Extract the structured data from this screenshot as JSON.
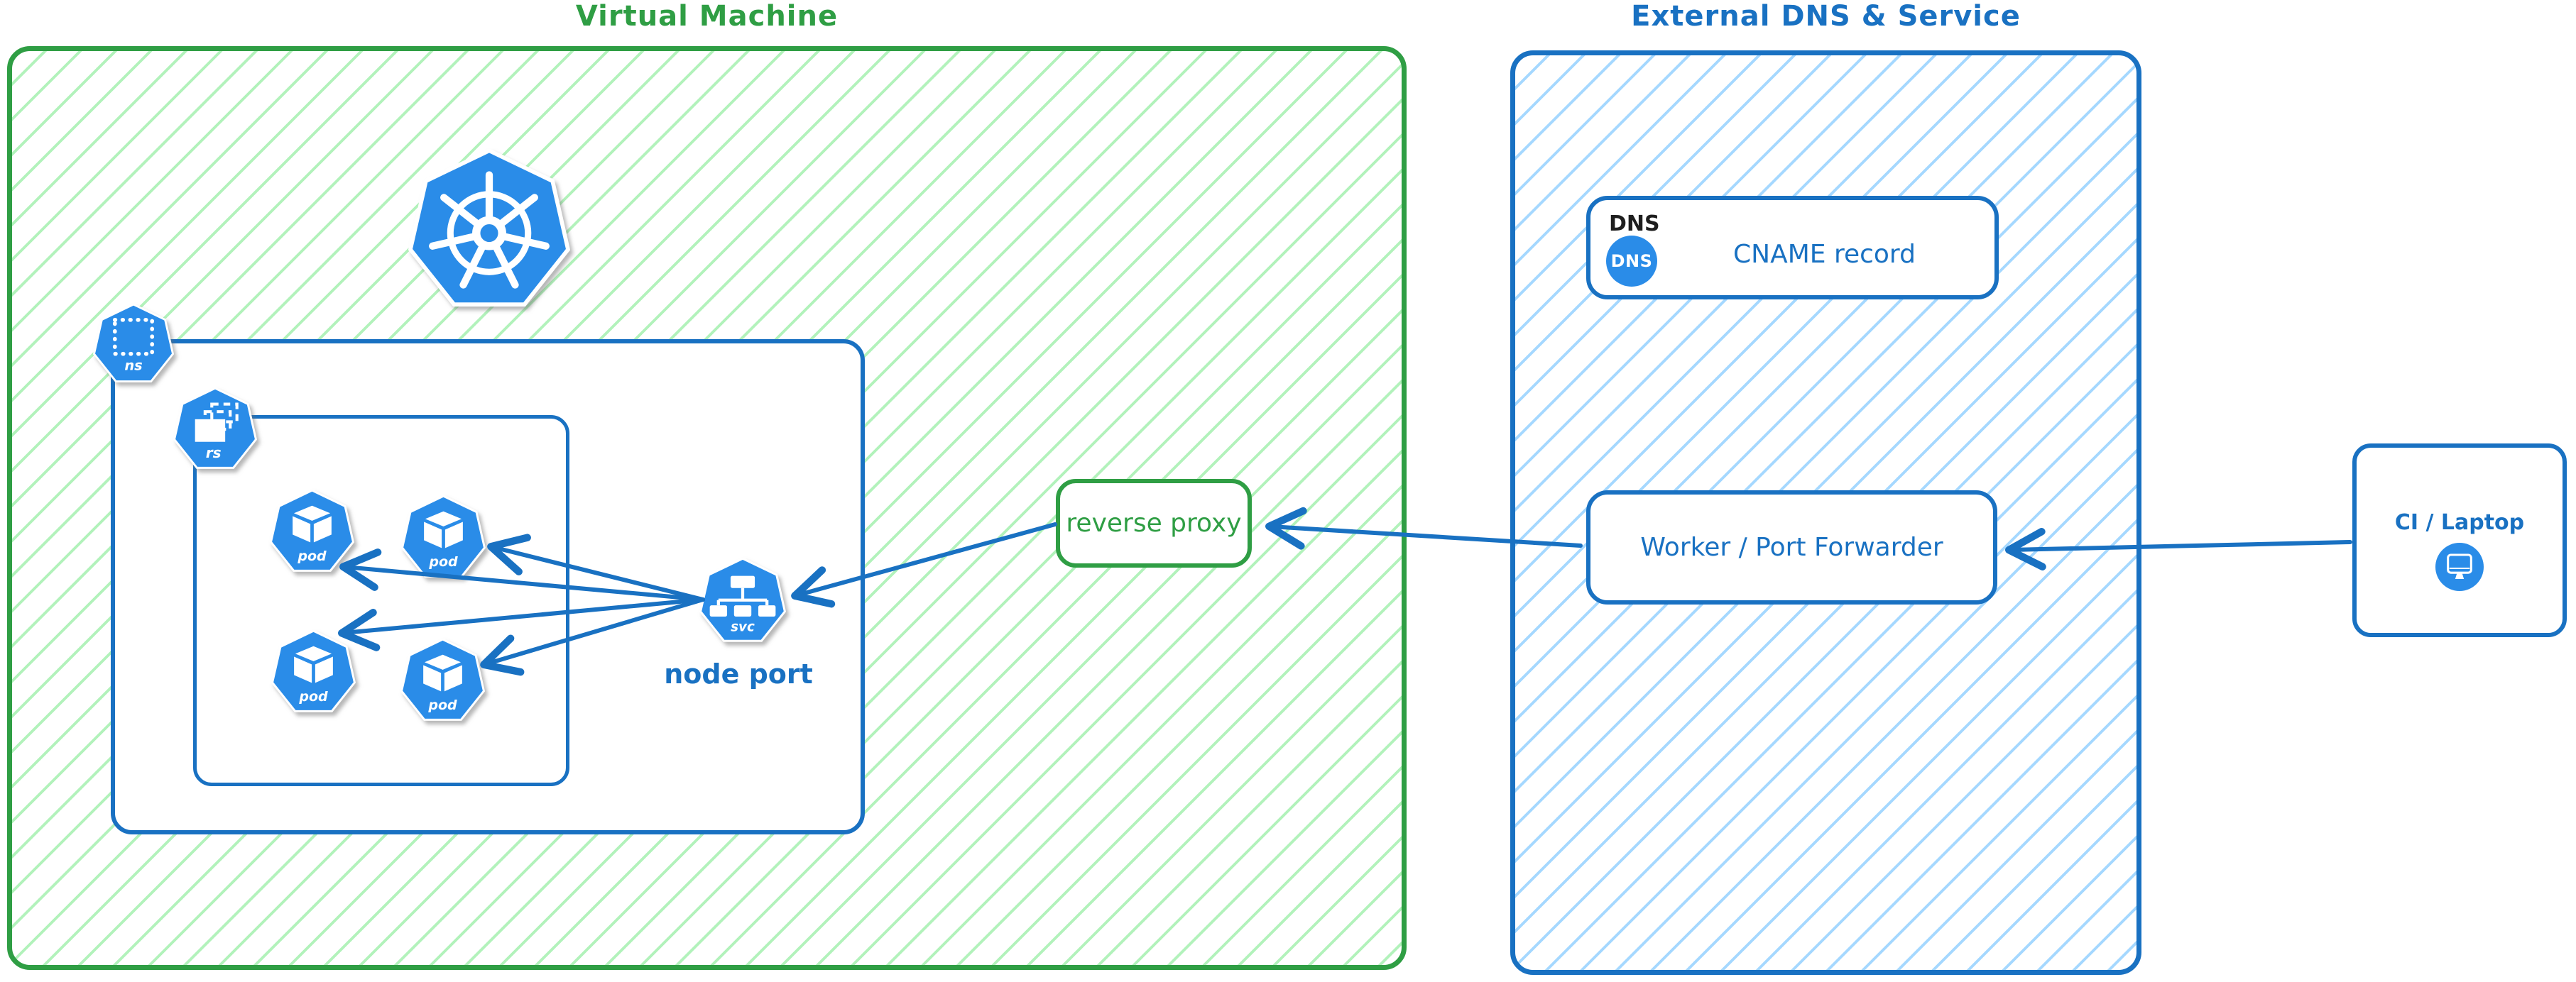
{
  "groups": {
    "vm": "Virtual Machine",
    "external": "External DNS & Service"
  },
  "nodes": {
    "reverse_proxy": "reverse proxy",
    "worker": "Worker / Port Forwarder",
    "dns_heading": "DNS",
    "dns_badge": "DNS",
    "cname": "CNAME record",
    "node_port": "node port",
    "client": "CI / Laptop"
  },
  "icon_labels": {
    "ns": "ns",
    "rs": "rs",
    "pod": "pod",
    "svc": "svc"
  },
  "colors": {
    "vm_border": "#2f9e44",
    "vm_hatch": "#b2f2bb",
    "external_border": "#1971c2",
    "external_hatch": "#a5d8ff",
    "icon_fill": "#2a8ce8",
    "arrow": "#1971c2",
    "dns_heading_text": "#1e1e1e"
  }
}
